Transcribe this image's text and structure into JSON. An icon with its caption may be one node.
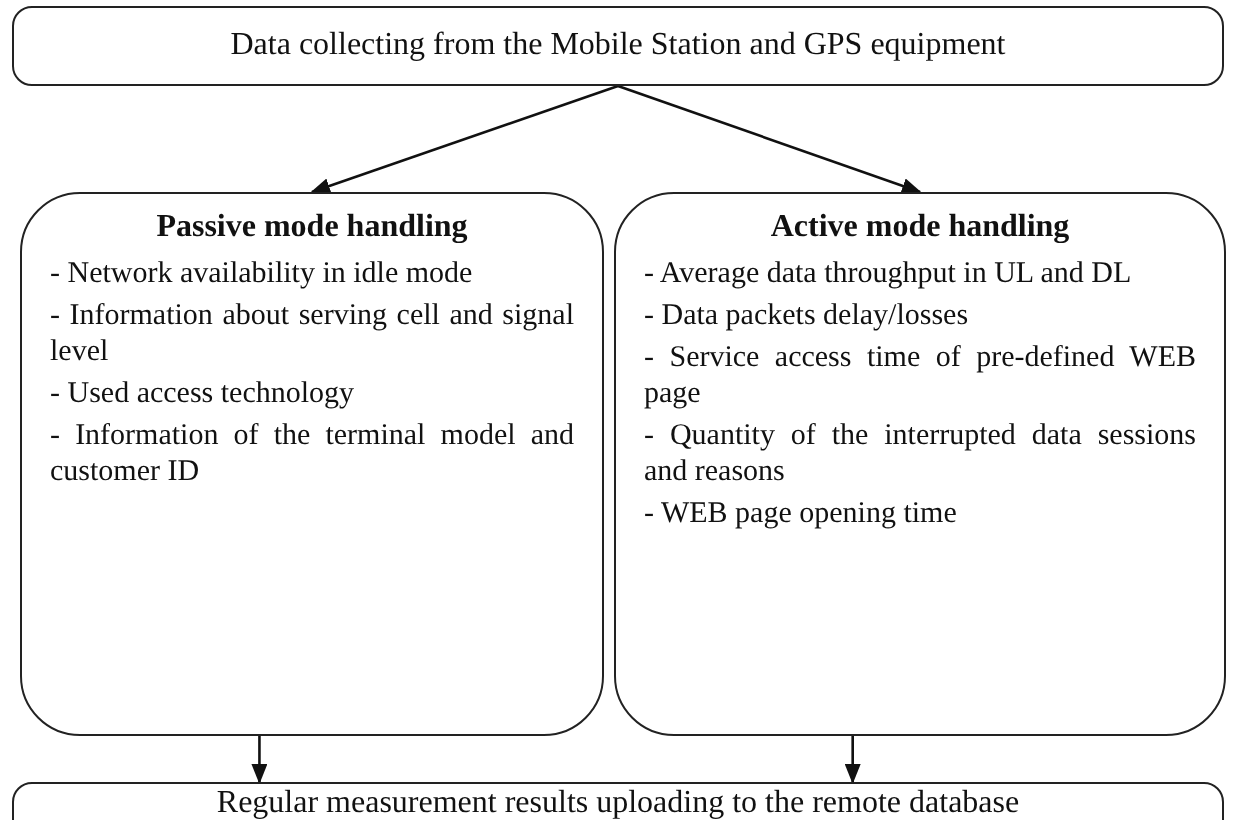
{
  "diagram": {
    "nodes": [
      {
        "text": [
          "Data collecting from the Mobile Station and GPS equipment"
        ]
      },
      {
        "text": [
          "Passive mode handling",
          "- Network availability in idle mode",
          "- Information about serving cell and signal level",
          "- Used access technology",
          "- Information of the terminal model and customer ID"
        ]
      },
      {
        "text": [
          "Active mode handling",
          "- Average data throughput in UL and DL",
          "- Data packets delay/losses",
          "- Service access time of pre-defined WEB page",
          "- Quantity of the interrupted data sessions and reasons",
          "- WEB page opening time"
        ]
      },
      {
        "text": [
          "Regular measurement results uploading to the remote database"
        ]
      }
    ],
    "edges": [
      {
        "from": 0,
        "to": 1,
        "arrow": "to"
      },
      {
        "from": 0,
        "to": 2,
        "arrow": "to"
      },
      {
        "from": 1,
        "to": 3,
        "arrow": "to"
      },
      {
        "from": 2,
        "to": 3,
        "arrow": "to"
      }
    ]
  }
}
